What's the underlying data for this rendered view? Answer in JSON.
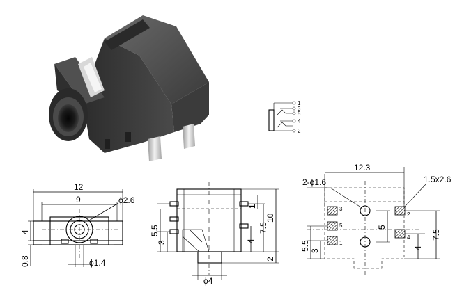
{
  "schematic": {
    "pins": [
      "1",
      "3",
      "5",
      "4",
      "2"
    ]
  },
  "front_view": {
    "dims": {
      "width_outer": "12",
      "width_inner": "9",
      "hole_dia": "ϕ2.6",
      "height": "4",
      "base": "0.8",
      "pin_dia": "ϕ1.4"
    }
  },
  "top_view": {
    "dims": {
      "right_1": "1",
      "right_7_5": "7.5",
      "right_10": "10",
      "right_4": "4",
      "right_2": "2",
      "left_5_5": "5.5",
      "left_3": "3",
      "bottom_dia": "ϕ4"
    }
  },
  "footprint": {
    "dims": {
      "width": "12.3",
      "holes": "2-ϕ1.6",
      "pad_size": "1.5x2.6",
      "pitch_5": "5",
      "left_5_5": "5.5",
      "left_3": "3",
      "right_4": "4",
      "right_7_5": "7.5"
    },
    "pad_labels": [
      "3",
      "5",
      "1",
      "2",
      "4"
    ]
  }
}
